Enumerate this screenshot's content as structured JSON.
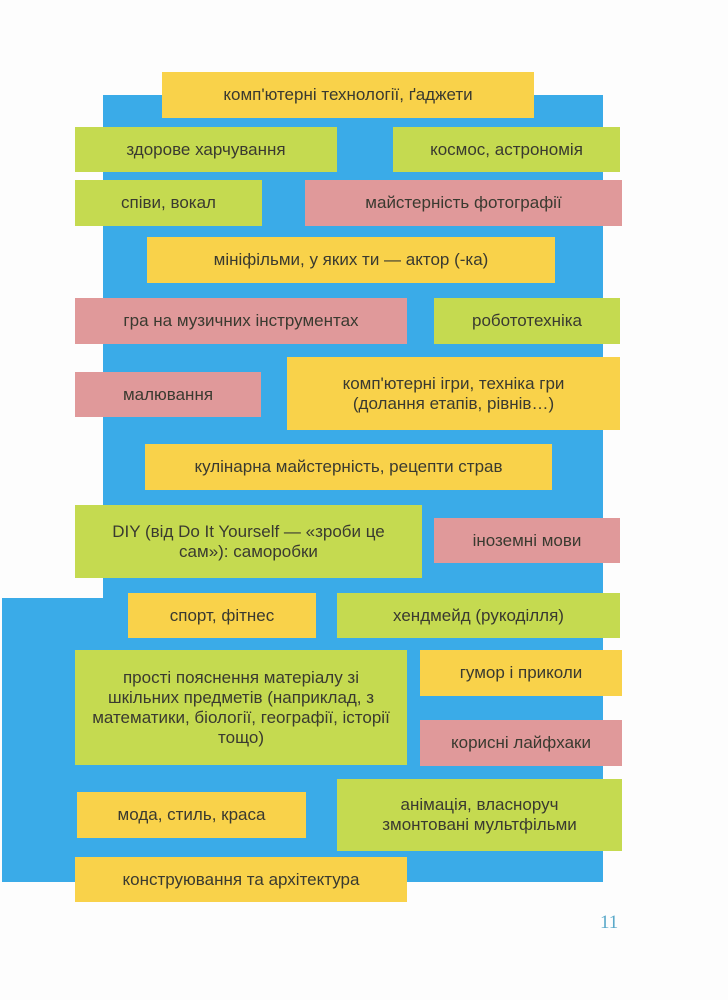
{
  "colors": {
    "blue": "#3aabe8",
    "yellow": "#f9d24a",
    "green": "#c5da50",
    "pink": "#e0999a"
  },
  "items": [
    "комп'ютерні технології, ґаджети",
    "здорове харчування",
    "космос, астрономія",
    "співи, вокал",
    "майстерність фотографії",
    "мініфільми, у яких ти — актор (-ка)",
    "гра на музичних інструментах",
    "робототехніка",
    "малювання",
    "комп'ютерні ігри, техніка гри (долання етапів, рівнів…)",
    "кулінарна майстерність, рецепти страв",
    "DIY (від Do It Yourself — «зроби це сам»): саморобки",
    "іноземні мови",
    "спорт, фітнес",
    "хендмейд (рукоділля)",
    "прості пояснення матеріалу зі шкільних предметів (наприклад, з математики, біології, географії, історії тощо)",
    "гумор і приколи",
    "корисні лайфхаки",
    "мода, стиль, краса",
    "анімація, власноруч змонтовані мультфільми",
    "конструювання та архітектура"
  ],
  "page_number": "11"
}
